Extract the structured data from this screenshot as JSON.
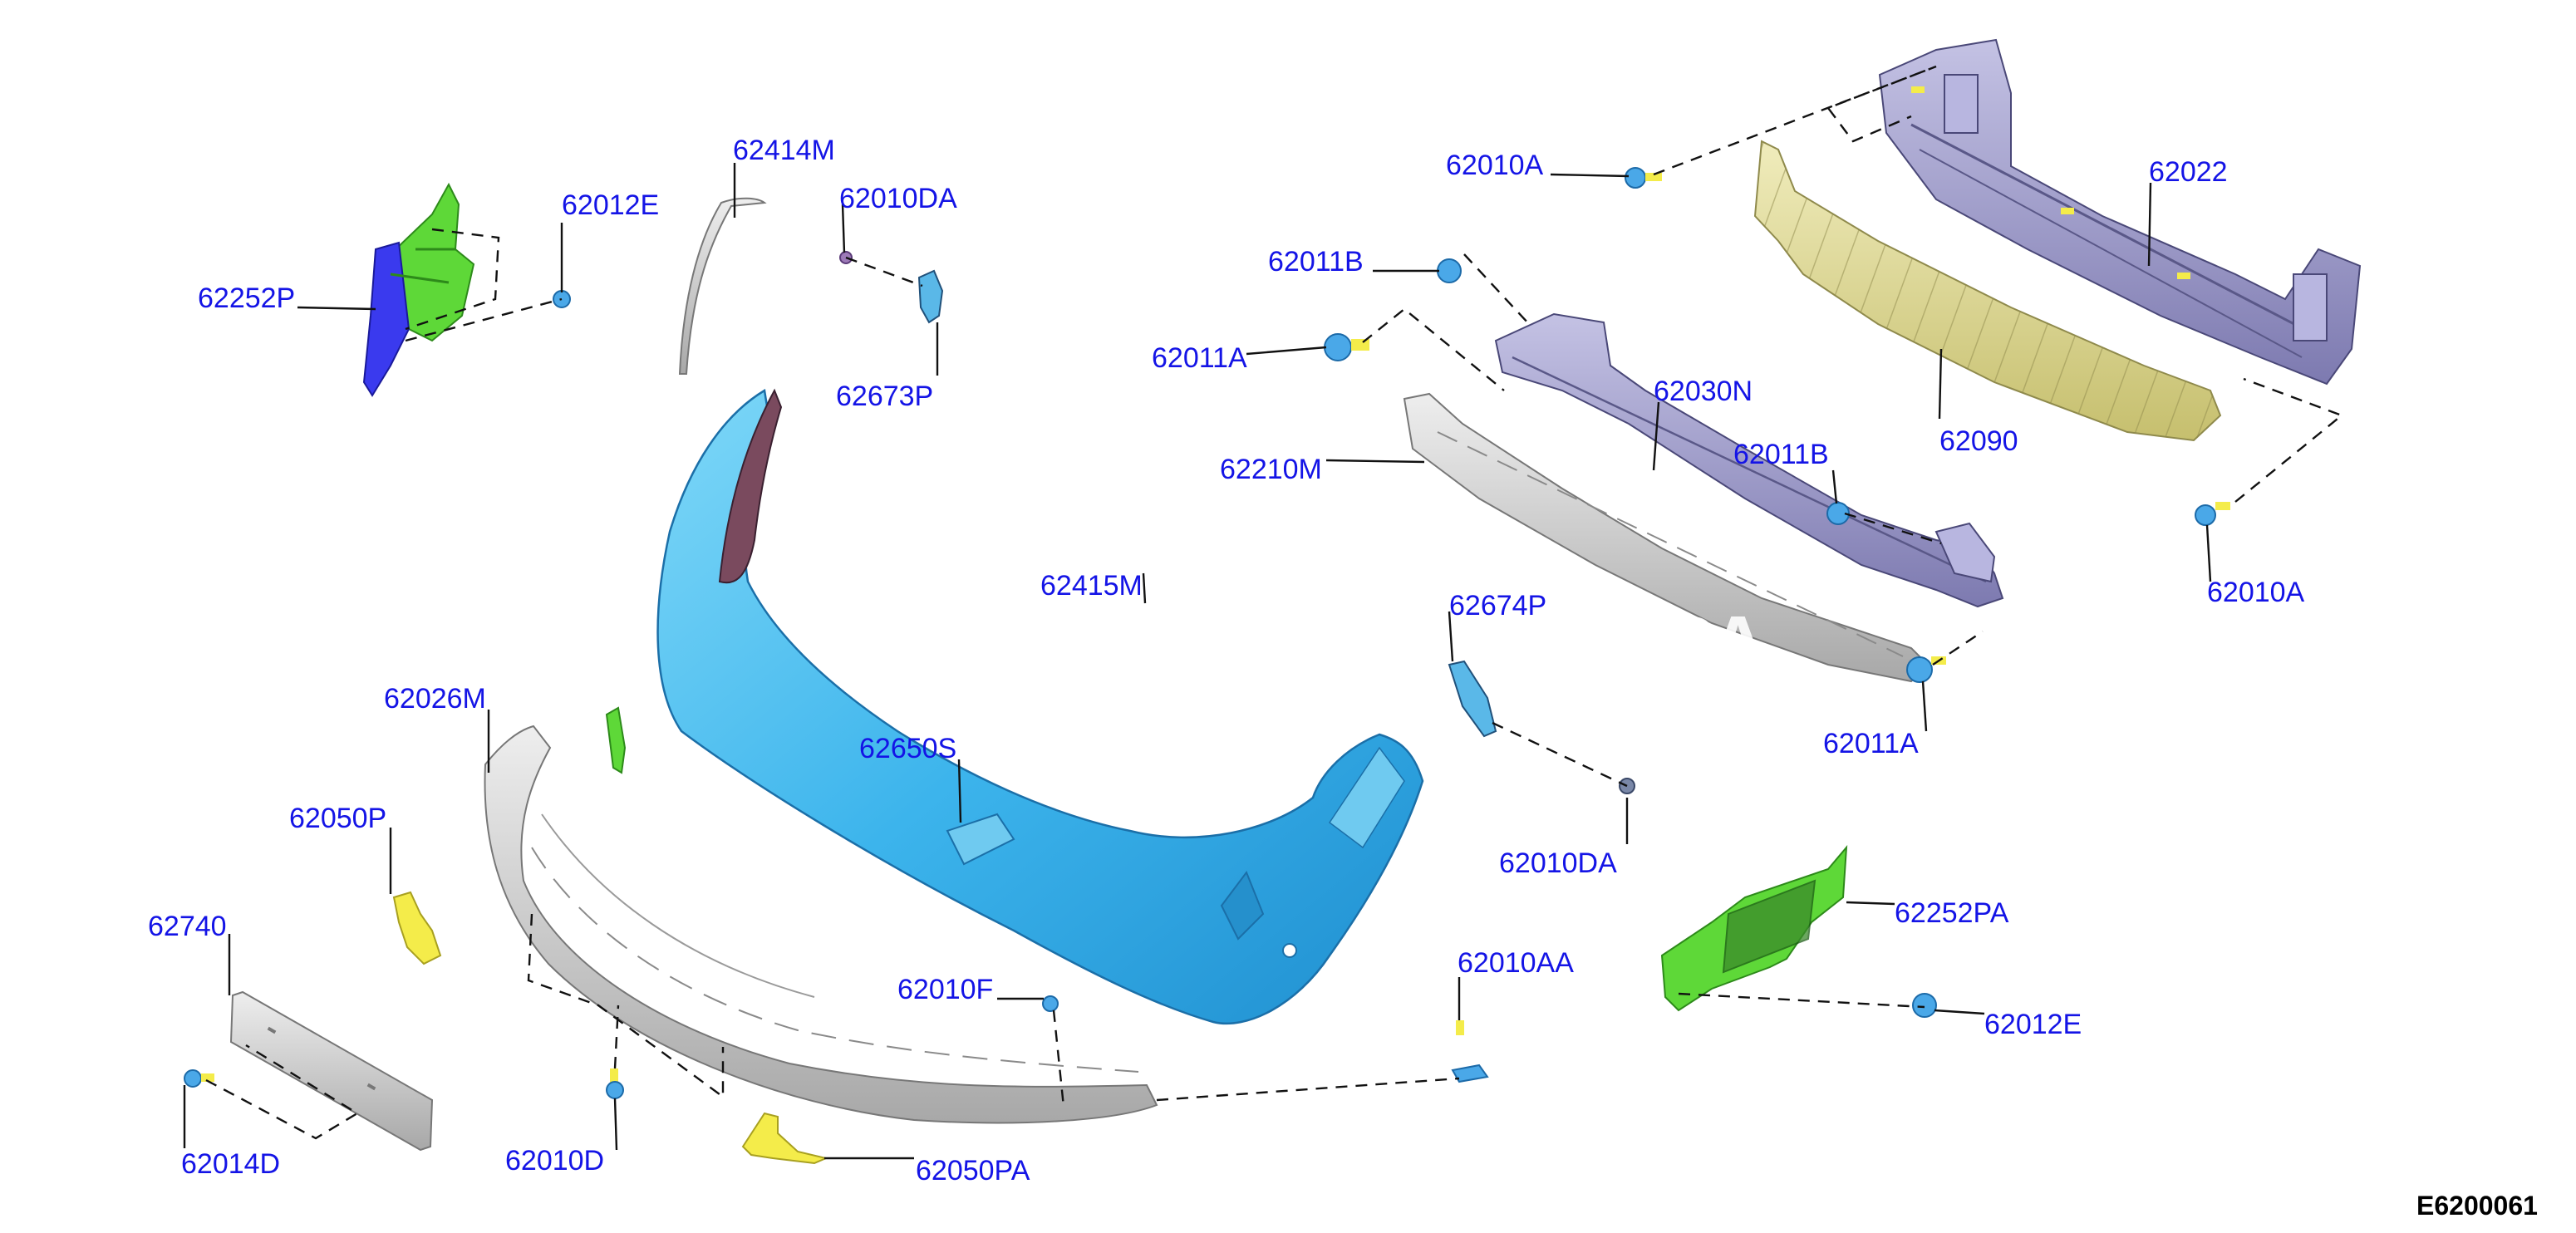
{
  "diagram_id": "E6200061",
  "labels": {
    "p62252P": "62252P",
    "p62012E_top": "62012E",
    "p62414M": "62414M",
    "p62010DA_top": "62010DA",
    "p62673P": "62673P",
    "p62010A_top": "62010A",
    "p62011B_top": "62011B",
    "p62011A_left": "62011A",
    "p62022": "62022",
    "p62030N": "62030N",
    "p62090": "62090",
    "p62210M": "62210M",
    "p62011B_mid": "62011B",
    "p62010A_right": "62010A",
    "p62415M": "62415M",
    "p62674P": "62674P",
    "p62011A_right": "62011A",
    "p62026M": "62026M",
    "p62650S": "62650S",
    "p62050P": "62050P",
    "p62010DA_mid": "62010DA",
    "p62740": "62740",
    "p62252PA": "62252PA",
    "p62010AA": "62010AA",
    "p62010F": "62010F",
    "p62012E_bottom": "62012E",
    "p62014D": "62014D",
    "p62010D": "62010D",
    "p62050PA": "62050PA"
  },
  "colors": {
    "callout_text": "#1414e6",
    "bumper_cover": "#4cc2f0",
    "reinforcement": "#9a98c8",
    "absorber": "#e2dc98",
    "gray_part": "#c8c8c8",
    "bracket_green": "#5ed838",
    "bracket_blue": "#3a3aee",
    "clip_yellow": "#f4ec4a",
    "fastener": "#4aa8e8"
  }
}
